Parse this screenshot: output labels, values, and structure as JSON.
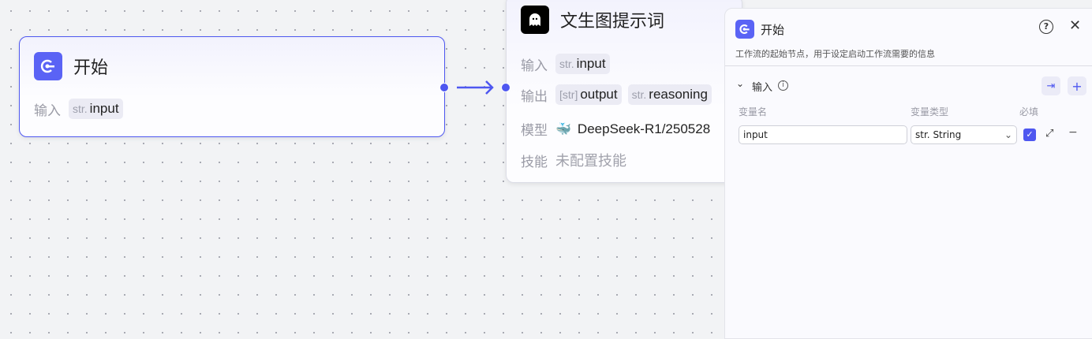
{
  "start_node": {
    "title": "开始",
    "input_label": "输入",
    "input_type": "str.",
    "input_name": "input"
  },
  "llm_node": {
    "title": "文生图提示词",
    "input_label": "输入",
    "input_type": "str.",
    "input_name": "input",
    "output_label": "输出",
    "output_type1": "[str]",
    "output_name1": "output",
    "output_type2": "str.",
    "output_name2": "reasoning",
    "model_label": "模型",
    "model_name": "DeepSeek-R1/250528",
    "skill_label": "技能",
    "skill_value": "未配置技能"
  },
  "panel": {
    "title": "开始",
    "description": "工作流的起始节点，用于设定启动工作流需要的信息",
    "section": "输入",
    "col_name": "变量名",
    "col_type": "变量类型",
    "col_required": "必填",
    "var_name": "input",
    "var_type_prefix": "str.",
    "var_type": "String",
    "required": true
  },
  "colors": {
    "accent": "#4e57f0"
  }
}
